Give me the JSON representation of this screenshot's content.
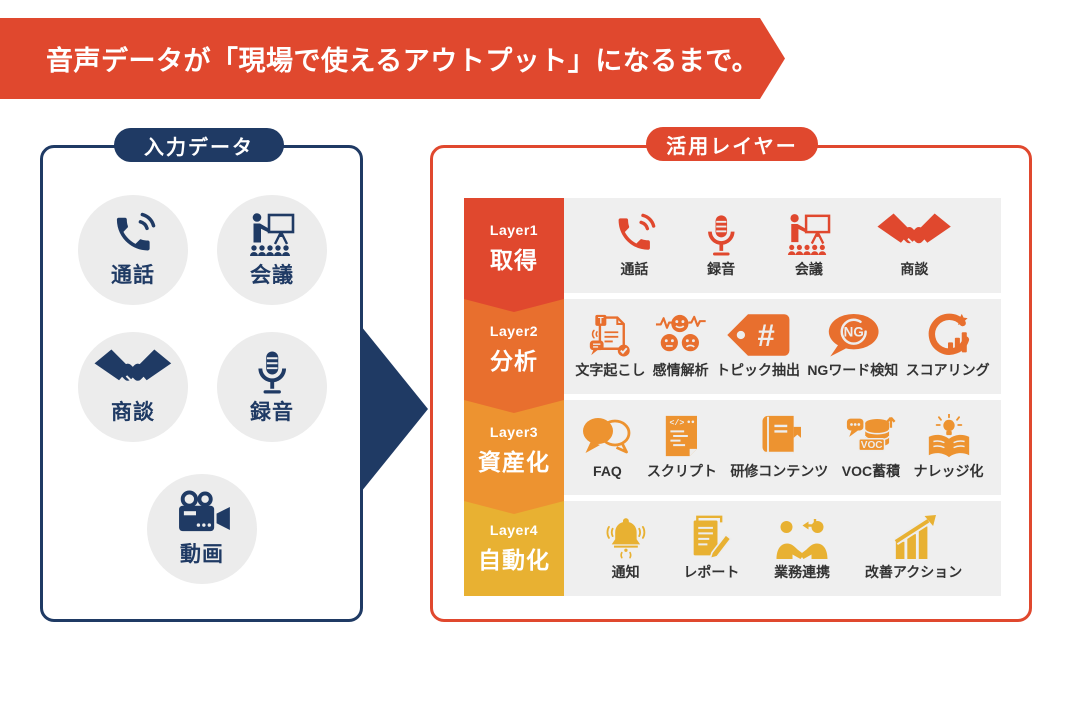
{
  "title": {
    "text": "音声データが「現場で使えるアウトプット」になるまで。"
  },
  "colors": {
    "red": "#E0482E",
    "navy": "#1F3A64",
    "layer1": "#E0482E",
    "layer2": "#E86F2E",
    "layer3": "#ED9330",
    "layer4": "#E8B132",
    "circle_bg": "#ECECEC",
    "row_bg": "#EFEFEF",
    "item_text": "#333333"
  },
  "input_panel": {
    "label": "入力データ",
    "items": [
      {
        "label": "通話",
        "icon": "phone-icon"
      },
      {
        "label": "会議",
        "icon": "meeting-icon"
      },
      {
        "label": "商談",
        "icon": "handshake-icon"
      },
      {
        "label": "録音",
        "icon": "microphone-icon"
      },
      {
        "label": "動画",
        "icon": "video-camera-icon"
      }
    ]
  },
  "layers_panel": {
    "label": "活用レイヤー",
    "layers": [
      {
        "name": "Layer1",
        "title": "取得",
        "color": "#E0482E",
        "items": [
          {
            "label": "通話",
            "icon": "phone-icon"
          },
          {
            "label": "録音",
            "icon": "microphone-icon"
          },
          {
            "label": "会議",
            "icon": "meeting-icon"
          },
          {
            "label": "商談",
            "icon": "handshake-icon"
          }
        ]
      },
      {
        "name": "Layer2",
        "title": "分析",
        "color": "#E86F2E",
        "items": [
          {
            "label": "文字起こし",
            "icon": "transcription-icon"
          },
          {
            "label": "感情解析",
            "icon": "emotion-analysis-icon"
          },
          {
            "label": "トピック抽出",
            "icon": "topic-tag-icon"
          },
          {
            "label": "NGワード検知",
            "icon": "ng-word-icon"
          },
          {
            "label": "スコアリング",
            "icon": "scoring-icon"
          }
        ]
      },
      {
        "name": "Layer3",
        "title": "資産化",
        "color": "#ED9330",
        "items": [
          {
            "label": "FAQ",
            "icon": "faq-icon"
          },
          {
            "label": "スクリプト",
            "icon": "script-icon"
          },
          {
            "label": "研修コンテンツ",
            "icon": "training-book-icon"
          },
          {
            "label": "VOC蓄積",
            "icon": "voc-database-icon"
          },
          {
            "label": "ナレッジ化",
            "icon": "knowledge-icon"
          }
        ]
      },
      {
        "name": "Layer4",
        "title": "自動化",
        "color": "#E8B132",
        "items": [
          {
            "label": "通知",
            "icon": "bell-icon"
          },
          {
            "label": "レポート",
            "icon": "report-icon"
          },
          {
            "label": "業務連携",
            "icon": "collaboration-icon"
          },
          {
            "label": "改善アクション",
            "icon": "improvement-chart-icon"
          }
        ]
      }
    ]
  }
}
